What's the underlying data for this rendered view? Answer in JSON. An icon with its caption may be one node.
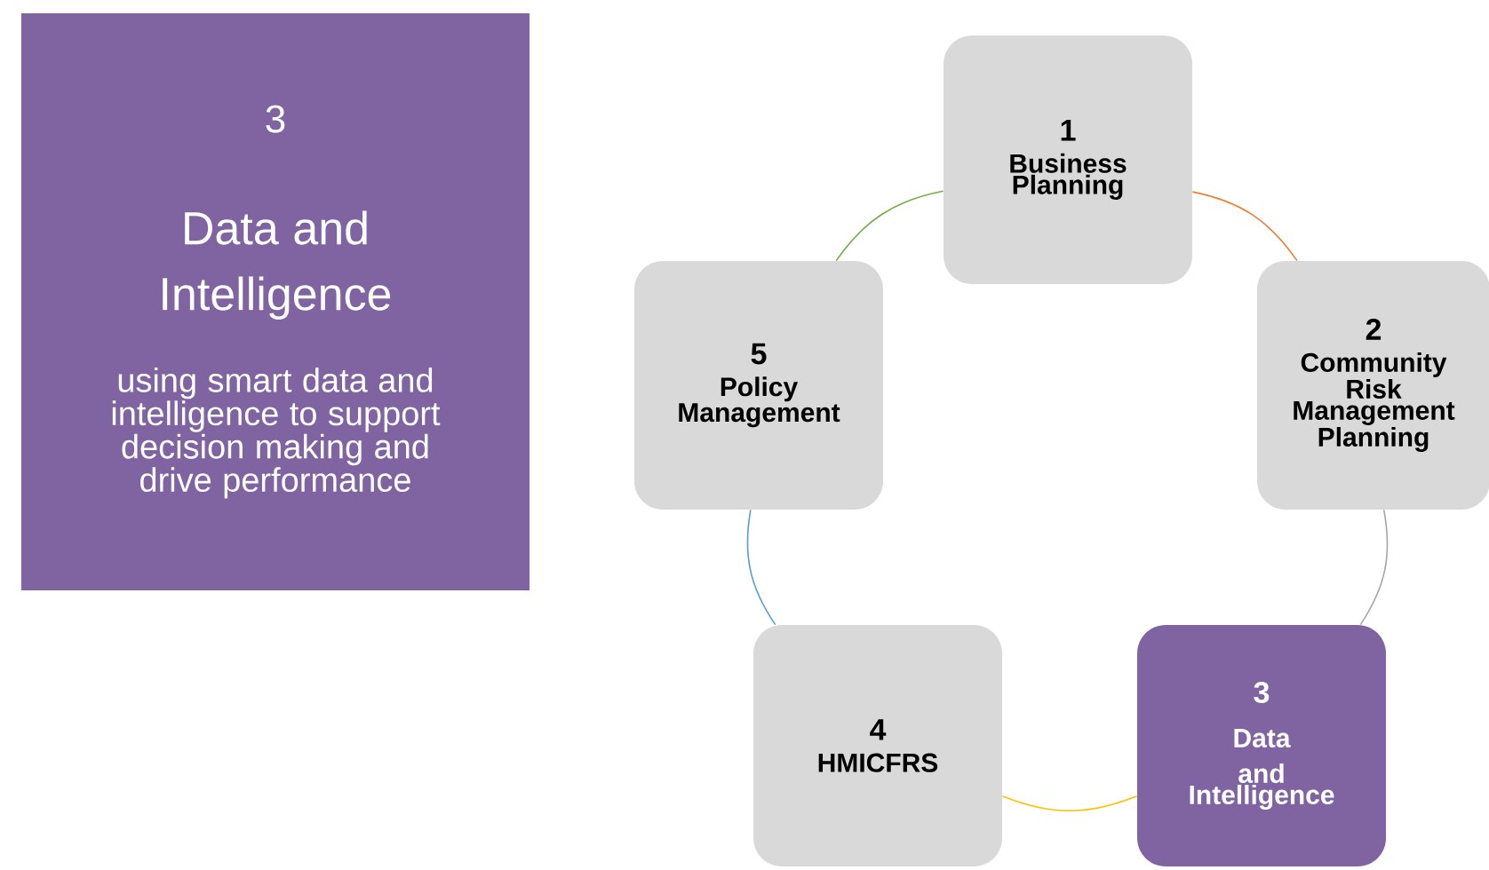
{
  "diagram": {
    "nodes": [
      {
        "text": [
          "3",
          "Data and Intelligence",
          "using smart data and intelligence to support decision making and drive performance"
        ]
      },
      {
        "text": [
          "1",
          "Business Planning"
        ]
      },
      {
        "text": [
          "2",
          "Community Risk Management Planning"
        ]
      },
      {
        "text": [
          "3",
          "Data",
          "and Intelligence"
        ]
      },
      {
        "text": [
          "4",
          "HMICFRS"
        ]
      },
      {
        "text": [
          "5",
          "Policy Management"
        ]
      }
    ],
    "edges": [
      {
        "from": 1,
        "to": 2,
        "arrow": "none",
        "color": "#ed7d31"
      },
      {
        "from": 2,
        "to": 3,
        "arrow": "none",
        "color": "#a5a5a5"
      },
      {
        "from": 3,
        "to": 4,
        "arrow": "none",
        "color": "#ffc000"
      },
      {
        "from": 4,
        "to": 5,
        "arrow": "none",
        "color": "#5b9bd5"
      },
      {
        "from": 5,
        "to": 1,
        "arrow": "none",
        "color": "#70ad47"
      }
    ]
  }
}
